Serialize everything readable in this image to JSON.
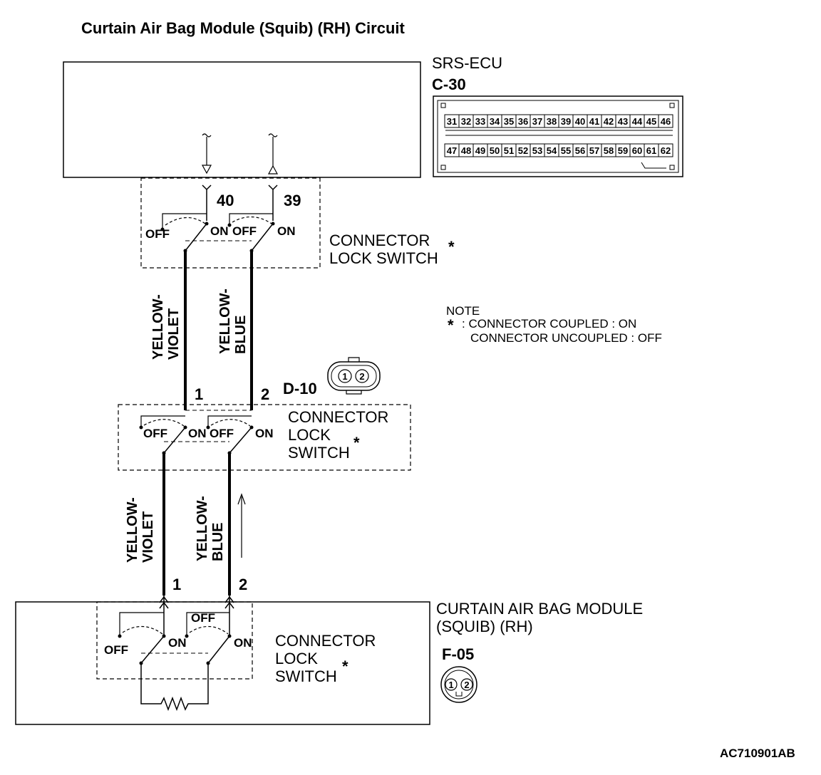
{
  "title": "Curtain Air Bag Module (Squib) (RH) Circuit",
  "ecu": {
    "name": "SRS-ECU",
    "connector": "C-30",
    "pins_top": [
      "31",
      "32",
      "33",
      "34",
      "35",
      "36",
      "37",
      "38",
      "39",
      "40",
      "41",
      "42",
      "43",
      "44",
      "45",
      "46"
    ],
    "pins_bottom": [
      "47",
      "48",
      "49",
      "50",
      "51",
      "52",
      "53",
      "54",
      "55",
      "56",
      "57",
      "58",
      "59",
      "60",
      "61",
      "62"
    ],
    "pin_a": "40",
    "pin_b": "39"
  },
  "lock_switch_label": {
    "line1": "CONNECTOR",
    "line2": "LOCK SWITCH",
    "line_lock": "LOCK",
    "line_switch": "SWITCH",
    "asterisk": "*"
  },
  "switch_states": {
    "on": "ON",
    "off": "OFF"
  },
  "note": {
    "heading": "NOTE",
    "asterisk": "*",
    "coupled": ": CONNECTOR COUPLED : ON",
    "uncoupled": "CONNECTOR UNCOUPLED : OFF"
  },
  "wires": {
    "upper_left_1": "YELLOW-",
    "upper_left_2": "VIOLET",
    "upper_right_1": "YELLOW-",
    "upper_right_2": "BLUE",
    "lower_left_1": "YELLOW-",
    "lower_left_2": "VIOLET",
    "lower_right_1": "YELLOW-",
    "lower_right_2": "BLUE"
  },
  "intermediate": {
    "connector": "D-10",
    "pin_1": "1",
    "pin_2": "2",
    "cavities": [
      "1",
      "2"
    ]
  },
  "module": {
    "name_line1": "CURTAIN AIR BAG MODULE",
    "name_line2": "(SQUIB) (RH)",
    "connector": "F-05",
    "pin_1": "1",
    "pin_2": "2",
    "cavities": [
      "1",
      "2"
    ]
  },
  "figure_code": "AC710901AB"
}
